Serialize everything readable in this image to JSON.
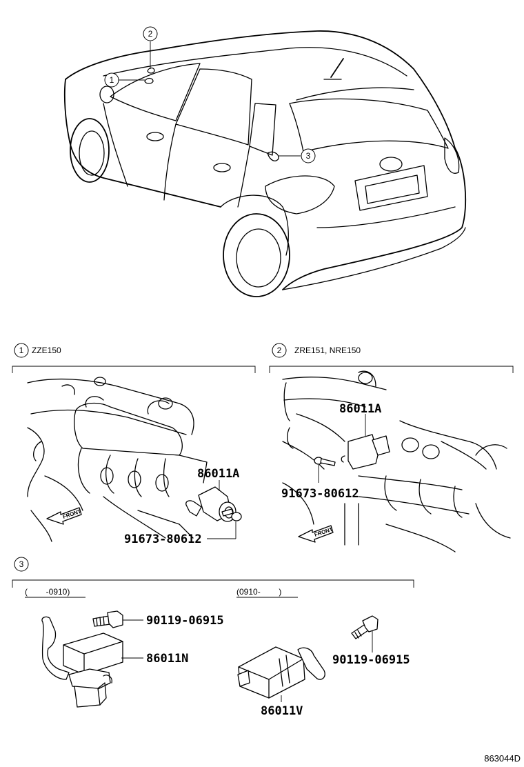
{
  "overview": {
    "callouts": [
      {
        "num": "1"
      },
      {
        "num": "2"
      },
      {
        "num": "3"
      }
    ]
  },
  "section1": {
    "num": "1",
    "title": "ZZE150",
    "parts": [
      {
        "no": "86011A"
      },
      {
        "no": "91673-80612"
      }
    ],
    "front_label": "FRONT"
  },
  "section2": {
    "num": "2",
    "title": "ZRE151, NRE150",
    "parts": [
      {
        "no": "86011A"
      },
      {
        "no": "91673-80612"
      }
    ],
    "front_label": "FRONT"
  },
  "section3": {
    "num": "3",
    "left_range": "(        -0910)",
    "right_range": "(0910-        )",
    "left_parts": [
      {
        "no": "90119-06915"
      },
      {
        "no": "86011N"
      }
    ],
    "right_parts": [
      {
        "no": "90119-06915"
      },
      {
        "no": "86011V"
      }
    ]
  },
  "figure_id": "863044D"
}
